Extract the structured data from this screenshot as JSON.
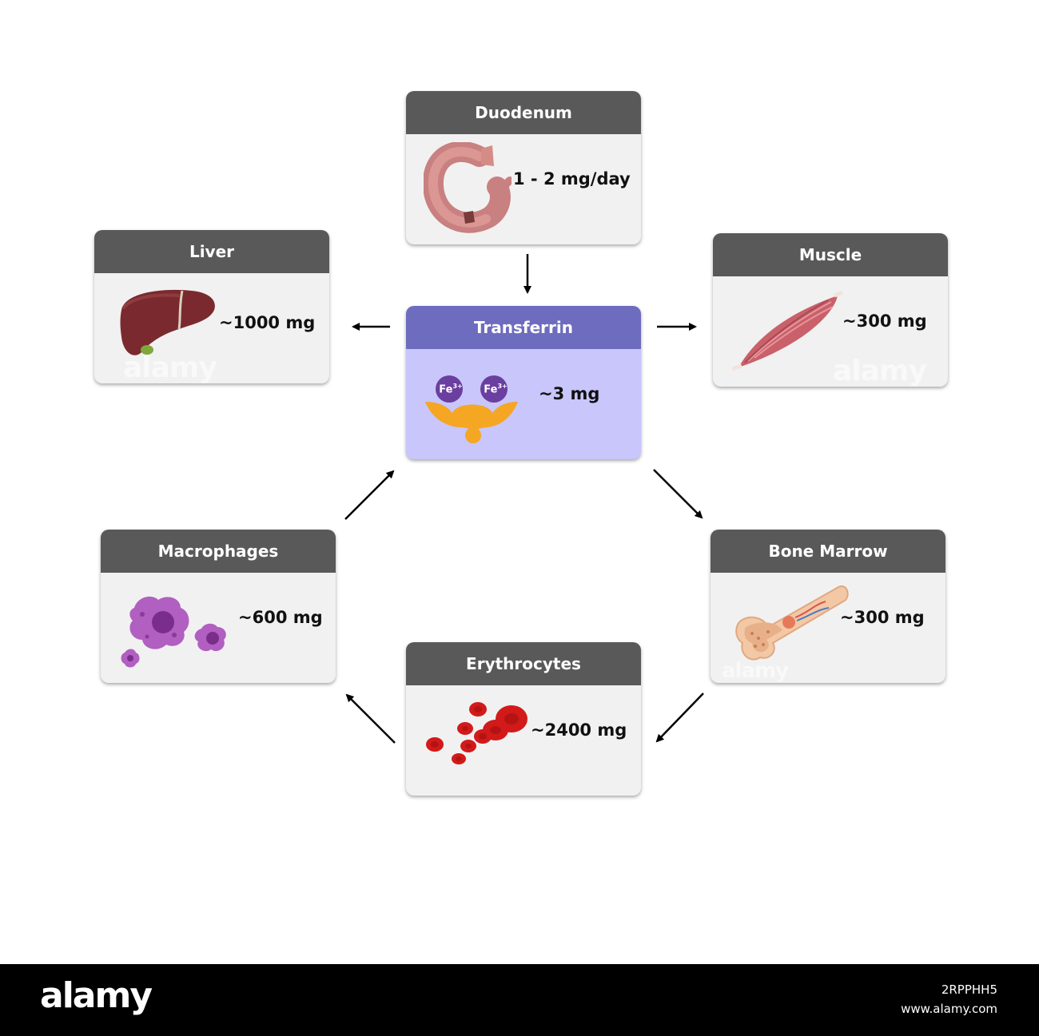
{
  "nodes": {
    "duodenum": {
      "title": "Duodenum",
      "value": "1 - 2 mg/day"
    },
    "liver": {
      "title": "Liver",
      "value": "~1000 mg"
    },
    "muscle": {
      "title": "Muscle",
      "value": "~300 mg"
    },
    "transferrin": {
      "title": "Transferrin",
      "value": "~3 mg",
      "ion_label": "Fe",
      "ion_charge": "3+"
    },
    "macrophages": {
      "title": "Macrophages",
      "value": "~600 mg"
    },
    "bone_marrow": {
      "title": "Bone Marrow",
      "value": "~300 mg"
    },
    "erythrocytes": {
      "title": "Erythrocytes",
      "value": "~2400 mg"
    }
  },
  "edges": [
    {
      "from": "Duodenum",
      "to": "Transferrin"
    },
    {
      "from": "Transferrin",
      "to": "Liver"
    },
    {
      "from": "Transferrin",
      "to": "Muscle"
    },
    {
      "from": "Transferrin",
      "to": "Bone Marrow"
    },
    {
      "from": "Bone Marrow",
      "to": "Erythrocytes"
    },
    {
      "from": "Erythrocytes",
      "to": "Macrophages"
    },
    {
      "from": "Macrophages",
      "to": "Transferrin"
    }
  ],
  "watermark": "alamy",
  "footer": {
    "logo": "alamy",
    "image_id": "2RPPHH5",
    "site": "www.alamy.com"
  },
  "colors": {
    "card_header": "#595959",
    "card_body": "#f1f1f1",
    "center_header": "#6e6cbe",
    "center_body": "#c8c6fb",
    "protein": "#f5a623",
    "ion": "#6a3fa0"
  }
}
